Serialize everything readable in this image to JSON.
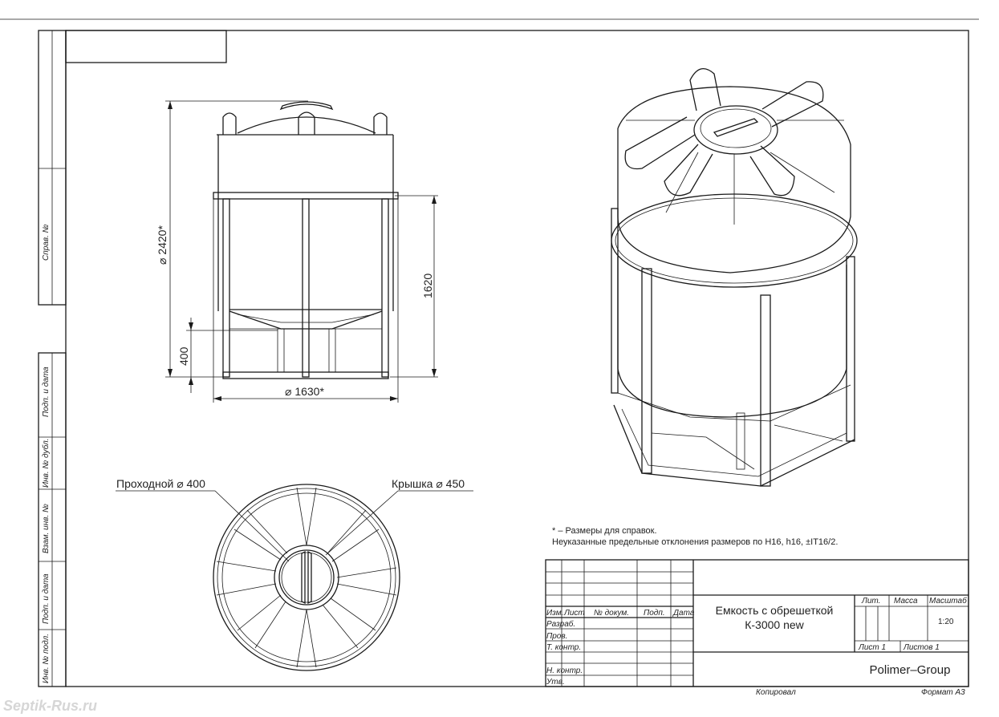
{
  "drawing": {
    "dim_height_total": "⌀ 2420*",
    "dim_height_body": "1620",
    "dim_height_cone": "400",
    "dim_diameter": "⌀ 1630*",
    "label_hatch": "Проходной ⌀ 400",
    "label_lid": "Крышка ⌀ 450"
  },
  "notes": {
    "line1": "* – Размеры для справок.",
    "line2": "Неуказанные предельные отклонения размеров по H16, h16, ±IT16/2."
  },
  "side_stamp": {
    "sprav": "Справ. №",
    "podp_data_1": "Подп. и дата",
    "inv_dubl": "Инв. № дубл.",
    "vzam_inv": "Взам. инв. №",
    "podp_data_2": "Подп. и дата",
    "inv_podl": "Инв. № подл."
  },
  "title_block": {
    "col_izm": "Изм.",
    "col_list": "Лист",
    "col_doc": "№ докум.",
    "col_podp": "Подп.",
    "col_data": "Дата",
    "row_razrab": "Разраб.",
    "row_prov": "Пров.",
    "row_tkontr": "Т. контр.",
    "row_nkontr": "Н. контр.",
    "row_utv": "Утв.",
    "name_line1": "Емкость с обрешеткой",
    "name_line2": "К-3000 new",
    "lit": "Лит.",
    "massa": "Масса",
    "masshtab": "Масштаб",
    "scale": "1:20",
    "sheet": "Лист 1",
    "sheets": "Листов 1",
    "company": "Polimer–Group",
    "kopiroval": "Копировал",
    "format": "Формат А3"
  },
  "watermark": "Septik-Rus.ru"
}
